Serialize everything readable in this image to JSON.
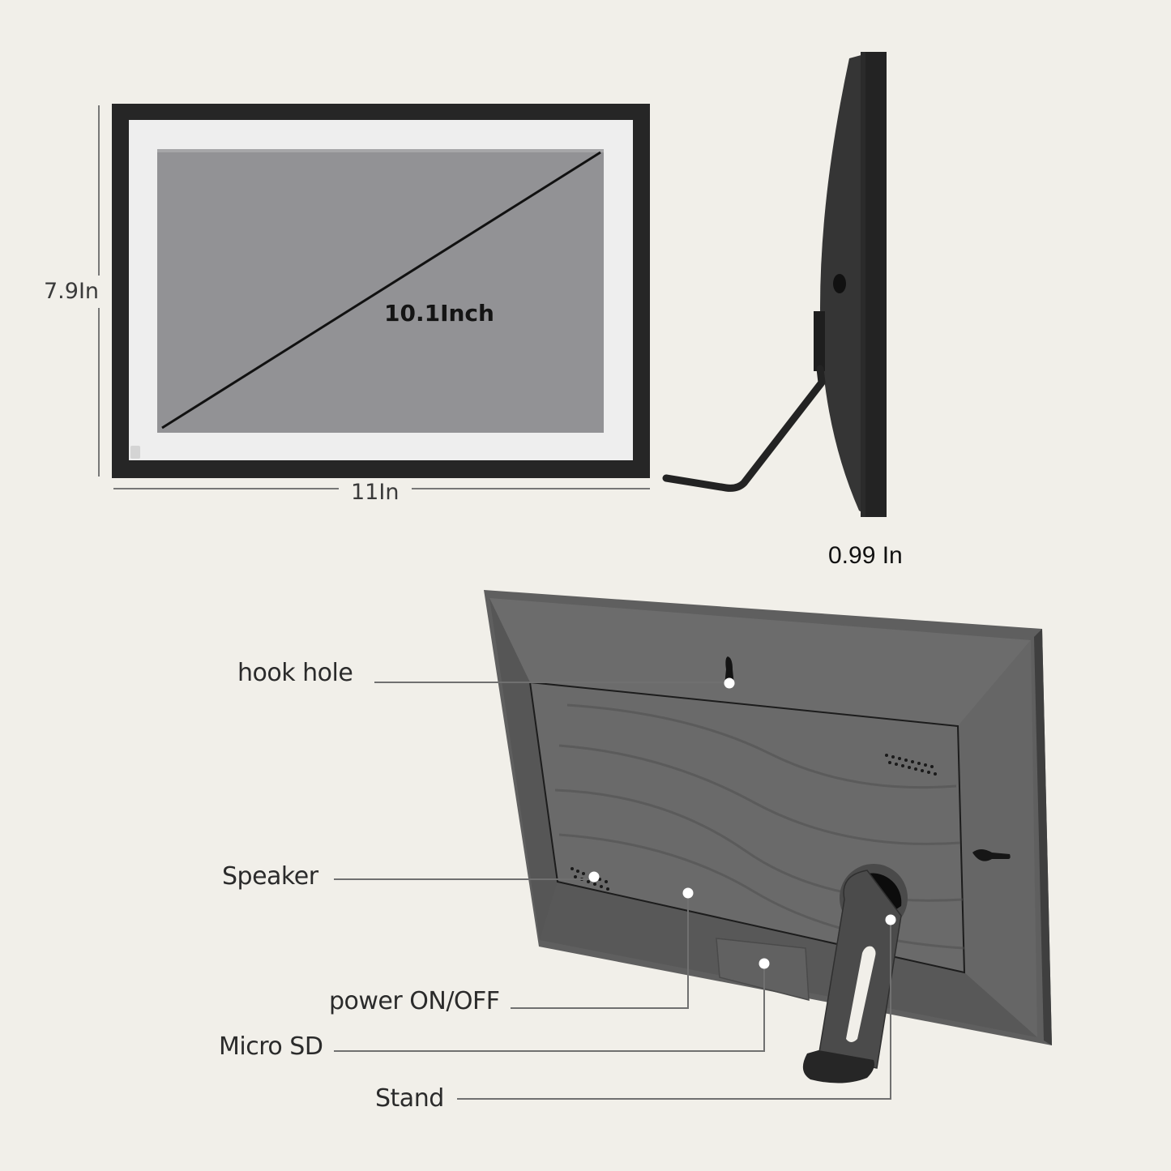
{
  "front_view": {
    "height_label": "7.9In",
    "width_label": "11In",
    "diagonal_label": "10.1Inch"
  },
  "side_view": {
    "depth_label": "0.99 In"
  },
  "back_view": {
    "callouts": [
      {
        "id": "hook-hole",
        "label": "hook hole"
      },
      {
        "id": "speaker",
        "label": "Speaker"
      },
      {
        "id": "power",
        "label": "power ON/OFF"
      },
      {
        "id": "micro-sd",
        "label": "Micro SD"
      },
      {
        "id": "stand",
        "label": "Stand"
      }
    ]
  },
  "colors": {
    "background": "#f1efe9",
    "frame_black": "#2a2a2a",
    "mat_white": "#efefef",
    "screen_gray": "#939396",
    "back_gray": "#5e5e5e",
    "leader_line": "#6d6d6d"
  }
}
